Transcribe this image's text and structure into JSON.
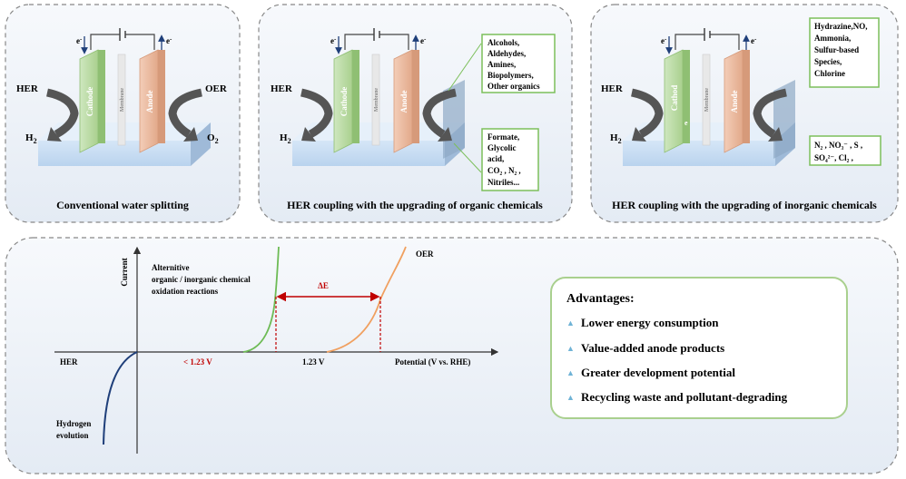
{
  "panels": [
    {
      "caption": "Conventional water splitting",
      "cathode": "Cathode",
      "membrane": "Membrane",
      "anode": "Anode",
      "left_reaction": "HER",
      "left_product": "H",
      "left_product_sub": "2",
      "right_reaction": "OER",
      "right_product": "O",
      "right_product_sub": "2",
      "electron": "e",
      "electron_sup": "-"
    },
    {
      "caption": "HER coupling with the upgrading of organic chemicals",
      "cathode": "Cathode",
      "membrane": "Membrane",
      "anode": "Anode",
      "left_reaction": "HER",
      "left_product": "H",
      "left_product_sub": "2",
      "electron": "e",
      "electron_sup": "-",
      "reactants": [
        "Alcohols,",
        "Aldehydes,",
        "Amines,",
        "Biopolymers,",
        "Other organics"
      ],
      "products": [
        "Formate,",
        "Glycolic",
        "acid,",
        "CO₂ , N₂ ,",
        "Nitriles..."
      ]
    },
    {
      "caption": "HER coupling with the upgrading of inorganic chemicals",
      "cathode": "Cathod",
      "cathode_tail": "e",
      "membrane": "Membrane",
      "anode": "Anode",
      "left_reaction": "HER",
      "left_product": "H",
      "left_product_sub": "2",
      "electron": "e",
      "electron_sup": "-",
      "reactants": [
        "Hydrazine,NO,",
        "Ammonia,",
        "Sulfur-based",
        "Species,",
        "Chlorine"
      ],
      "products": [
        "N₂ , NO₃⁻ , S ,",
        "SO₄²⁻, Cl₂ ,"
      ]
    }
  ],
  "plot": {
    "y_axis_label": "Current",
    "x_axis_label": "Potential (V vs. RHE)",
    "her_label": "HER",
    "her_curve_label": [
      "Hydrogen",
      "evolution"
    ],
    "alt_label": [
      "Alternitive",
      "organic / inorganic chemical",
      "oxidation reactions"
    ],
    "oer_label": "OER",
    "delta_label": "ΔE",
    "lt_label": "< 1.23 V",
    "v123_label": "1.23 V",
    "colors": {
      "her": "#1f3f7a",
      "alt": "#6dbb55",
      "oer": "#f0a060",
      "delta": "#c00000"
    }
  },
  "advantages": {
    "title": "Advantages:",
    "items": [
      "Lower energy consumption",
      "Value-added anode products",
      "Greater development potential",
      "Recycling waste and pollutant-degrading"
    ]
  }
}
